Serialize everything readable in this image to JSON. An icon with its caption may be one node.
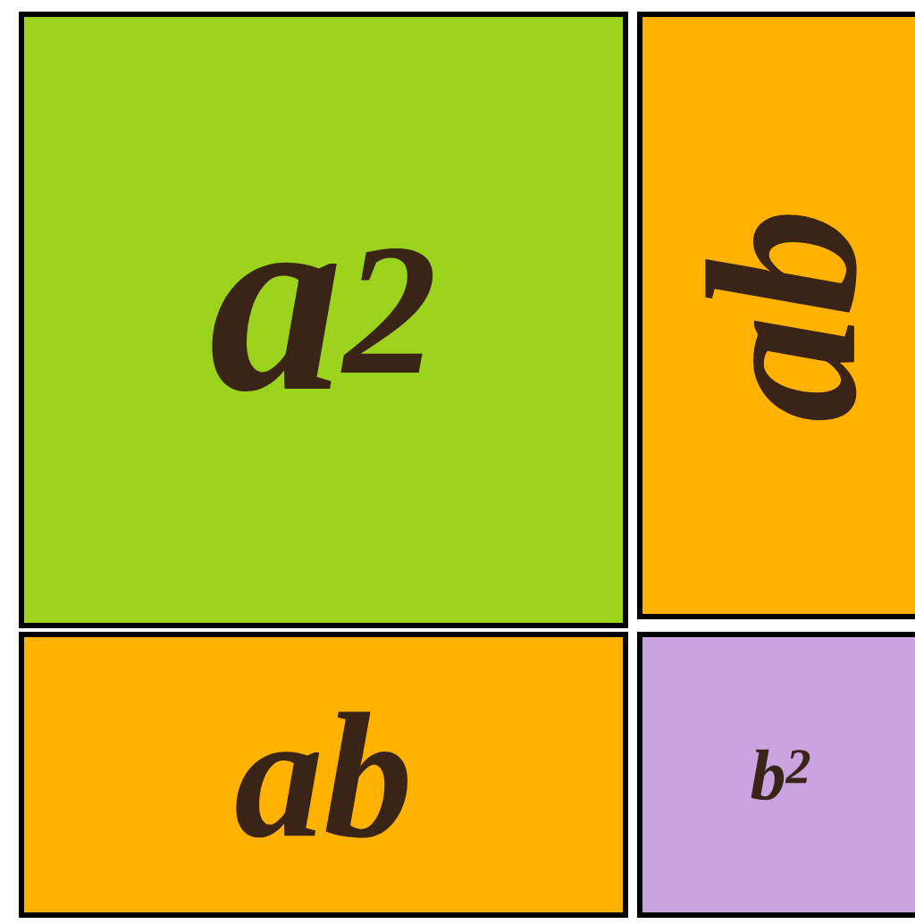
{
  "diagram": {
    "nodes": [
      {
        "text": [
          "a$^{2}$"
        ]
      },
      {
        "text": [
          "ab"
        ]
      },
      {
        "text": [
          "ab"
        ]
      },
      {
        "text": [
          "b$^{2}$"
        ]
      }
    ]
  }
}
